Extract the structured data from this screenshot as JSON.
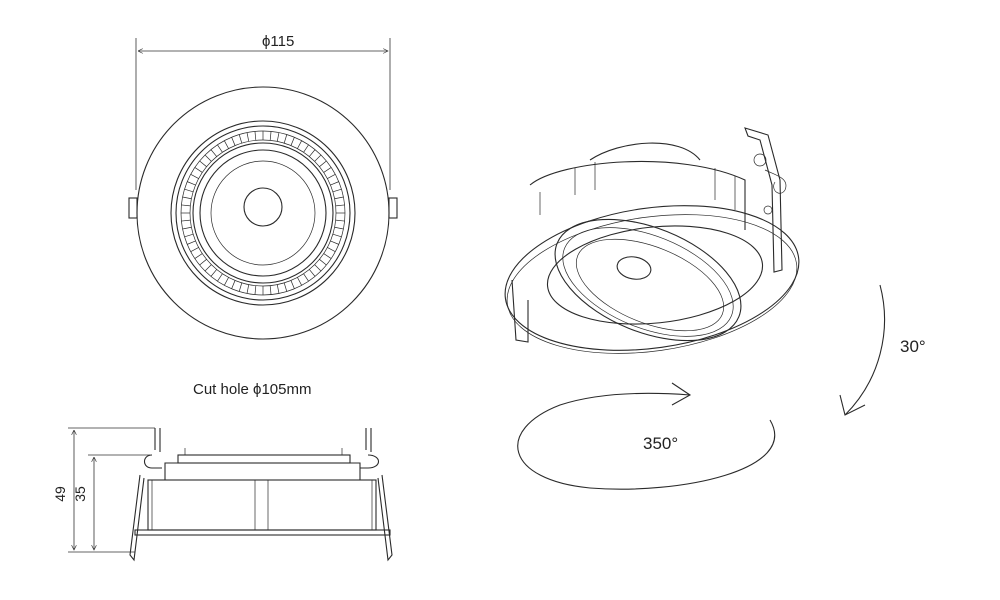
{
  "top_view": {
    "diameter_label": "ϕ115"
  },
  "cut_hole": {
    "label": "Cut hole ϕ105mm"
  },
  "side_view": {
    "height_total": "49",
    "height_body": "35"
  },
  "rotation": {
    "horizontal_label": "350°",
    "tilt_label": "30°"
  }
}
